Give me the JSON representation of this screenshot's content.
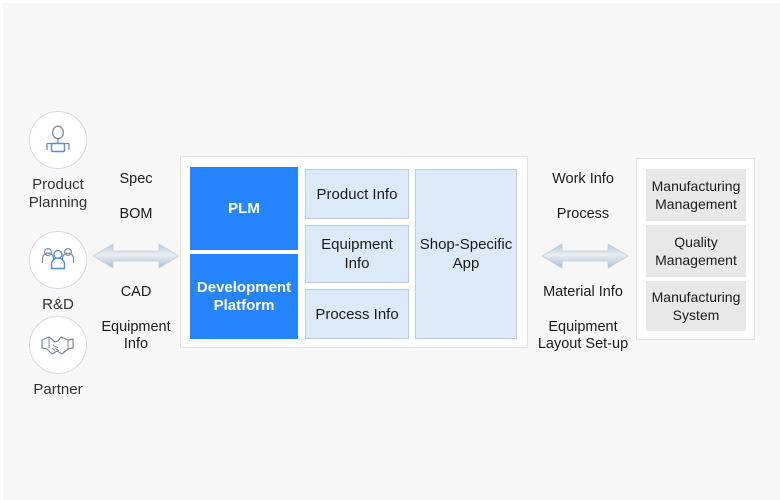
{
  "diagram": {
    "background_color": "#f7f7f8",
    "accent_blue": "#2684FF",
    "light_blue": "#dbe9f9",
    "gray": "#e8e8e8"
  },
  "actors": [
    {
      "label": "Product\nPlanning",
      "icon": "person-presenter-icon"
    },
    {
      "label": "R&D",
      "icon": "people-group-icon"
    },
    {
      "label": "Partner",
      "icon": "handshake-icon"
    }
  ],
  "left_flows": [
    {
      "label": "Spec"
    },
    {
      "label": "BOM"
    },
    {
      "label": "CAD"
    },
    {
      "label": "Equipment\nInfo"
    }
  ],
  "left_arrow": {
    "name": "left-bidirectional-arrow"
  },
  "center_panel": {
    "blue_boxes": [
      {
        "label": "PLM"
      },
      {
        "label": "Development\nPlatform"
      }
    ],
    "info_boxes": [
      {
        "label": "Product Info"
      },
      {
        "label": "Equipment\nInfo"
      },
      {
        "label": "Process Info"
      }
    ],
    "app_box": {
      "label": "Shop-Specific\nApp"
    }
  },
  "right_flows": [
    {
      "label": "Work Info"
    },
    {
      "label": "Process"
    },
    {
      "label": "Material Info"
    },
    {
      "label": "Equipment\nLayout Set-up"
    }
  ],
  "right_arrow": {
    "name": "right-bidirectional-arrow"
  },
  "right_panel": {
    "systems": [
      {
        "label": "Manufacturing\nManagement"
      },
      {
        "label": "Quality\nManagement"
      },
      {
        "label": "Manufacturing\nSystem"
      }
    ]
  }
}
